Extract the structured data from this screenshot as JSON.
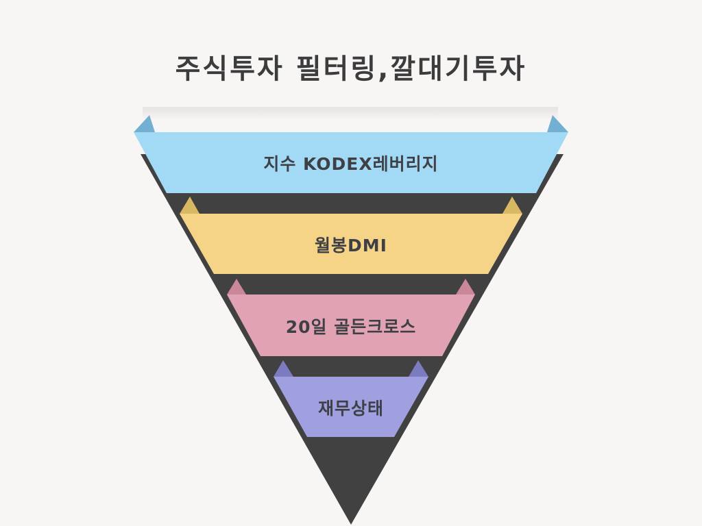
{
  "title": "주식투자 필터링,깔대기투자",
  "colors": {
    "background": "#f8f6f5",
    "funnel_dark": "#414141",
    "text": "#3c3c3c"
  },
  "levels": [
    {
      "label": "지수 KODEX레버리지",
      "fill": "#a2daf5",
      "tab": "#72afd0"
    },
    {
      "label": "월봉DMI",
      "fill": "#f5d488",
      "tab": "#d8b862"
    },
    {
      "label": "20일 골든크로스",
      "fill": "#e1a3b3",
      "tab": "#c98798"
    },
    {
      "label": "재무상태",
      "fill": "#a09fdf",
      "tab": "#7c7bbf"
    }
  ]
}
